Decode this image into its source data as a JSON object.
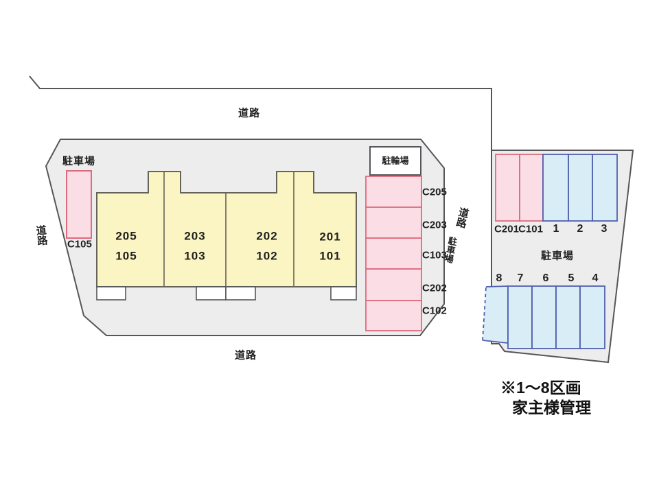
{
  "diagram": {
    "roads": {
      "top": "道路",
      "bottom": "道路",
      "left": "道路",
      "right": "道路"
    },
    "main_site": {
      "parking_label_nw": "駐車場",
      "parking_label_side": "駐車場",
      "bike_shed_label": "駐輪場",
      "nw_stall": "C105",
      "side_stalls": [
        "C205",
        "C203",
        "C103",
        "C202",
        "C102"
      ],
      "building_units": [
        {
          "upper": "205",
          "lower": "105"
        },
        {
          "upper": "203",
          "lower": "103"
        },
        {
          "upper": "202",
          "lower": "102"
        },
        {
          "upper": "201",
          "lower": "101"
        }
      ]
    },
    "east_site": {
      "parking_label": "駐車場",
      "top_stalls": [
        "C201",
        "C101",
        "1",
        "2",
        "3"
      ],
      "bottom_stalls": [
        "8",
        "7",
        "6",
        "5",
        "4"
      ]
    },
    "note": {
      "line1": "※1〜8区画",
      "line2": "家主様管理"
    },
    "colors": {
      "line": "#54565a",
      "site_fill": "#ededee",
      "bldg_fill": "#faf5c2",
      "bldg_stroke": "#63635a",
      "pink_fill": "#fbdde5",
      "pink_stroke": "#dd6b7d",
      "blue_fill": "#d8edf5",
      "blue_stroke": "#4f5fae",
      "text": "#1f1f1f"
    }
  }
}
